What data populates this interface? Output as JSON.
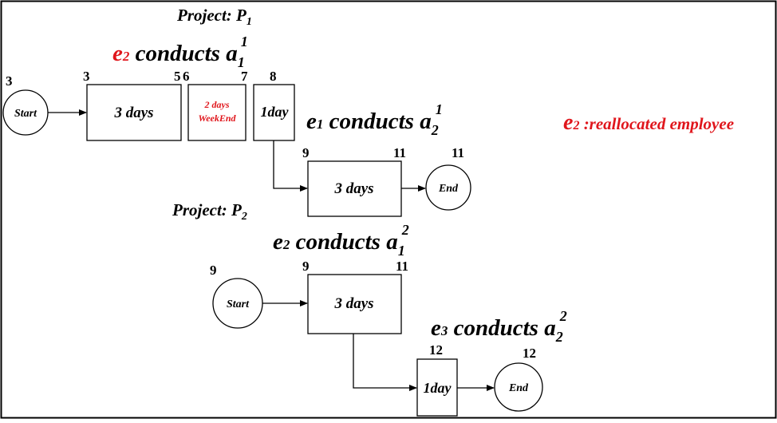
{
  "colors": {
    "ink": "#000000",
    "accent": "#e0161c",
    "background": "#ffffff"
  },
  "project1": {
    "title_main": "Project: P",
    "title_sub": "1",
    "heading": {
      "employee": "e",
      "employee_index": "2",
      "verb": " conducts a",
      "activity_sub": "1",
      "activity_sup": "1"
    },
    "start": {
      "label": "Start",
      "time": "3"
    },
    "task1": {
      "label": "3 days",
      "start_time": "3",
      "end_time": "5"
    },
    "weekend": {
      "line1": "2 days",
      "line2": "WeekEnd",
      "start_time": "6",
      "end_time": "7"
    },
    "task2": {
      "label": "1day",
      "time": "8"
    },
    "heading2": {
      "employee": "e",
      "employee_index": "1",
      "verb": " conducts a",
      "activity_sub": "2",
      "activity_sup": "1"
    },
    "task3": {
      "label": "3 days",
      "start_time": "9",
      "end_time": "11"
    },
    "end": {
      "label": "End",
      "time": "11"
    }
  },
  "project2": {
    "title_main": "Project: P",
    "title_sub": "2",
    "heading": {
      "employee": "e",
      "employee_index": "2",
      "verb": " conducts a",
      "activity_sub": "1",
      "activity_sup": "2"
    },
    "start": {
      "label": "Start",
      "time": "9"
    },
    "task1": {
      "label": "3 days",
      "start_time": "9",
      "end_time": "11"
    },
    "heading2": {
      "employee": "e",
      "employee_index": "3",
      "verb": " conducts a",
      "activity_sub": "2",
      "activity_sup": "2"
    },
    "task2": {
      "label": "1day",
      "time": "12"
    },
    "end": {
      "label": "End",
      "time": "12"
    }
  },
  "legend": {
    "employee": "e",
    "employee_index": "2",
    "text": " :reallocated  employee"
  }
}
